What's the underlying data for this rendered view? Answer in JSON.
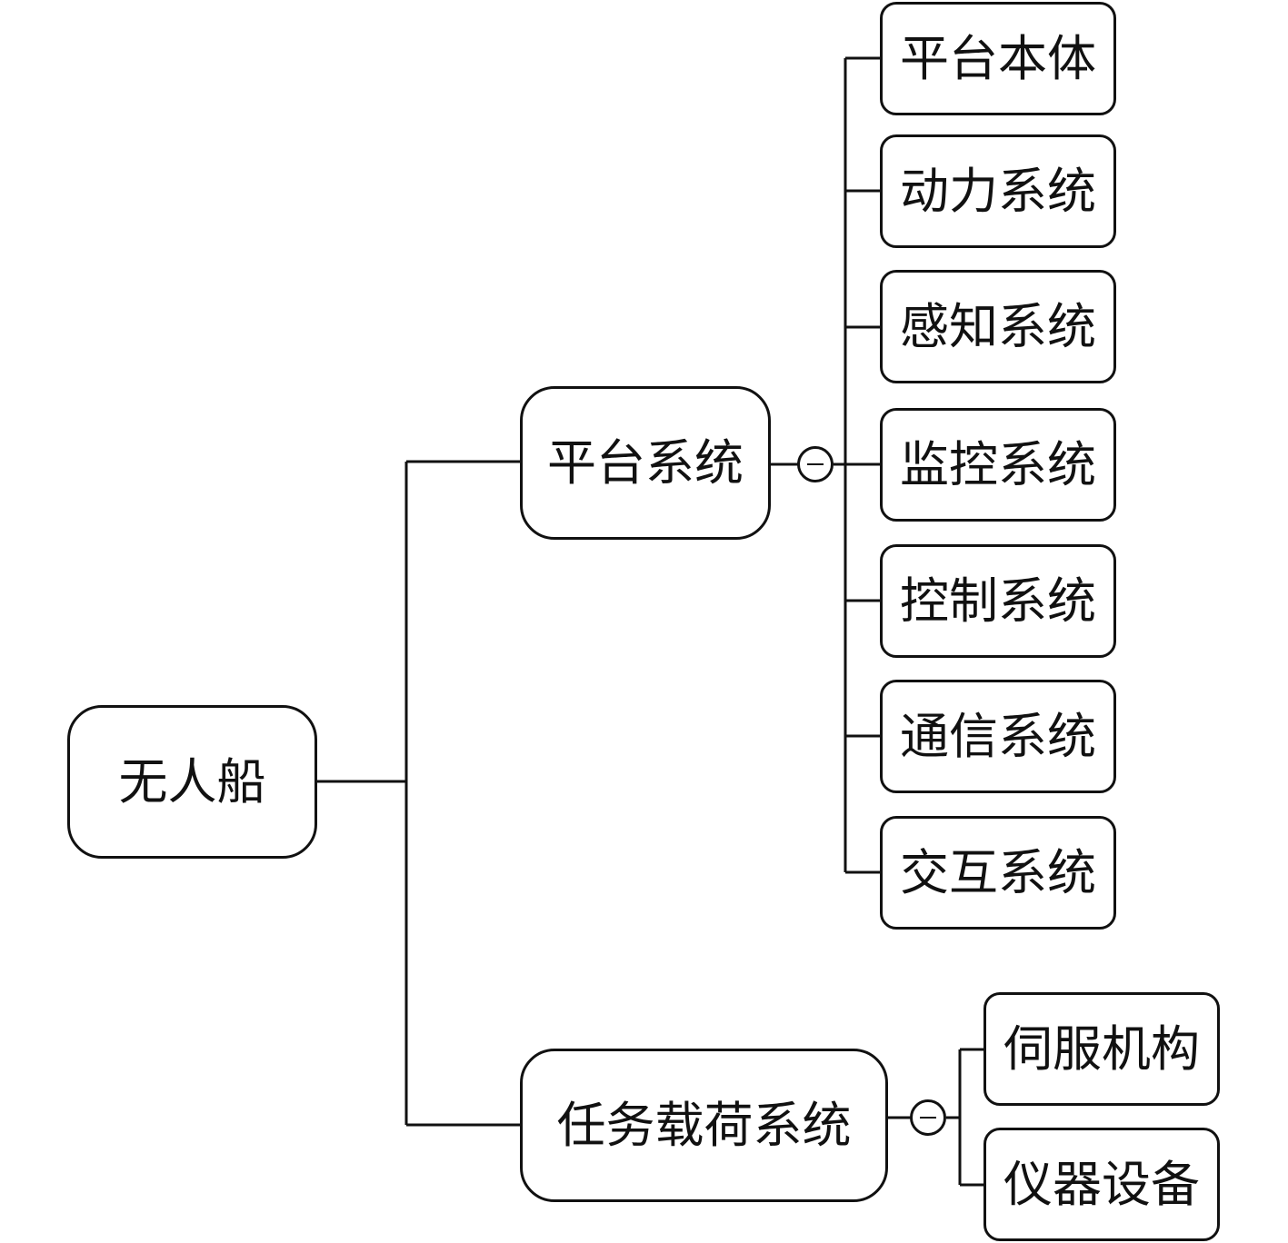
{
  "root": {
    "label": "无人船"
  },
  "branches": [
    {
      "label": "平台系统",
      "collapse_icon": "minus-circle-icon",
      "children": [
        "平台本体",
        "动力系统",
        "感知系统",
        "监控系统",
        "控制系统",
        "通信系统",
        "交互系统"
      ]
    },
    {
      "label": "任务载荷系统",
      "collapse_icon": "minus-circle-icon",
      "children": [
        "伺服机构",
        "仪器设备"
      ]
    }
  ],
  "colors": {
    "stroke": "#111111",
    "fill": "#ffffff"
  }
}
